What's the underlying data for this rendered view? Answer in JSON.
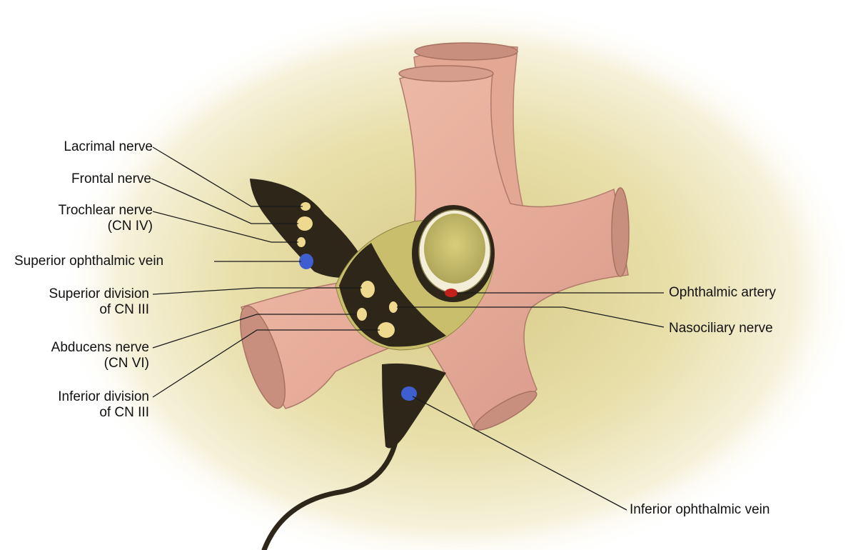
{
  "colors": {
    "background_glow": "#e8dfa8",
    "muscle": "#e9b4a2",
    "muscle_shadow": "#c98c7c",
    "ring_dark": "#2d2619",
    "nerve": "#efd98f",
    "vein": "#3f5fd0",
    "artery": "#c4201b",
    "leader_line": "#1a1a1a"
  },
  "labels": {
    "lacrimal_nerve": [
      "Lacrimal nerve"
    ],
    "frontal_nerve": [
      "Frontal nerve"
    ],
    "trochlear_nerve": [
      "Trochlear nerve",
      "(CN IV)"
    ],
    "superior_ophthalmic_vein": [
      "Superior ophthalmic vein"
    ],
    "superior_division_cn3": [
      "Superior division",
      "of CN III"
    ],
    "abducens_nerve": [
      "Abducens nerve",
      "(CN VI)"
    ],
    "inferior_division_cn3": [
      "Inferior division",
      "of CN III"
    ],
    "ophthalmic_artery": [
      "Ophthalmic artery"
    ],
    "nasociliary_nerve": [
      "Nasociliary nerve"
    ],
    "inferior_ophthalmic_vein": [
      "Inferior ophthalmic vein"
    ]
  }
}
